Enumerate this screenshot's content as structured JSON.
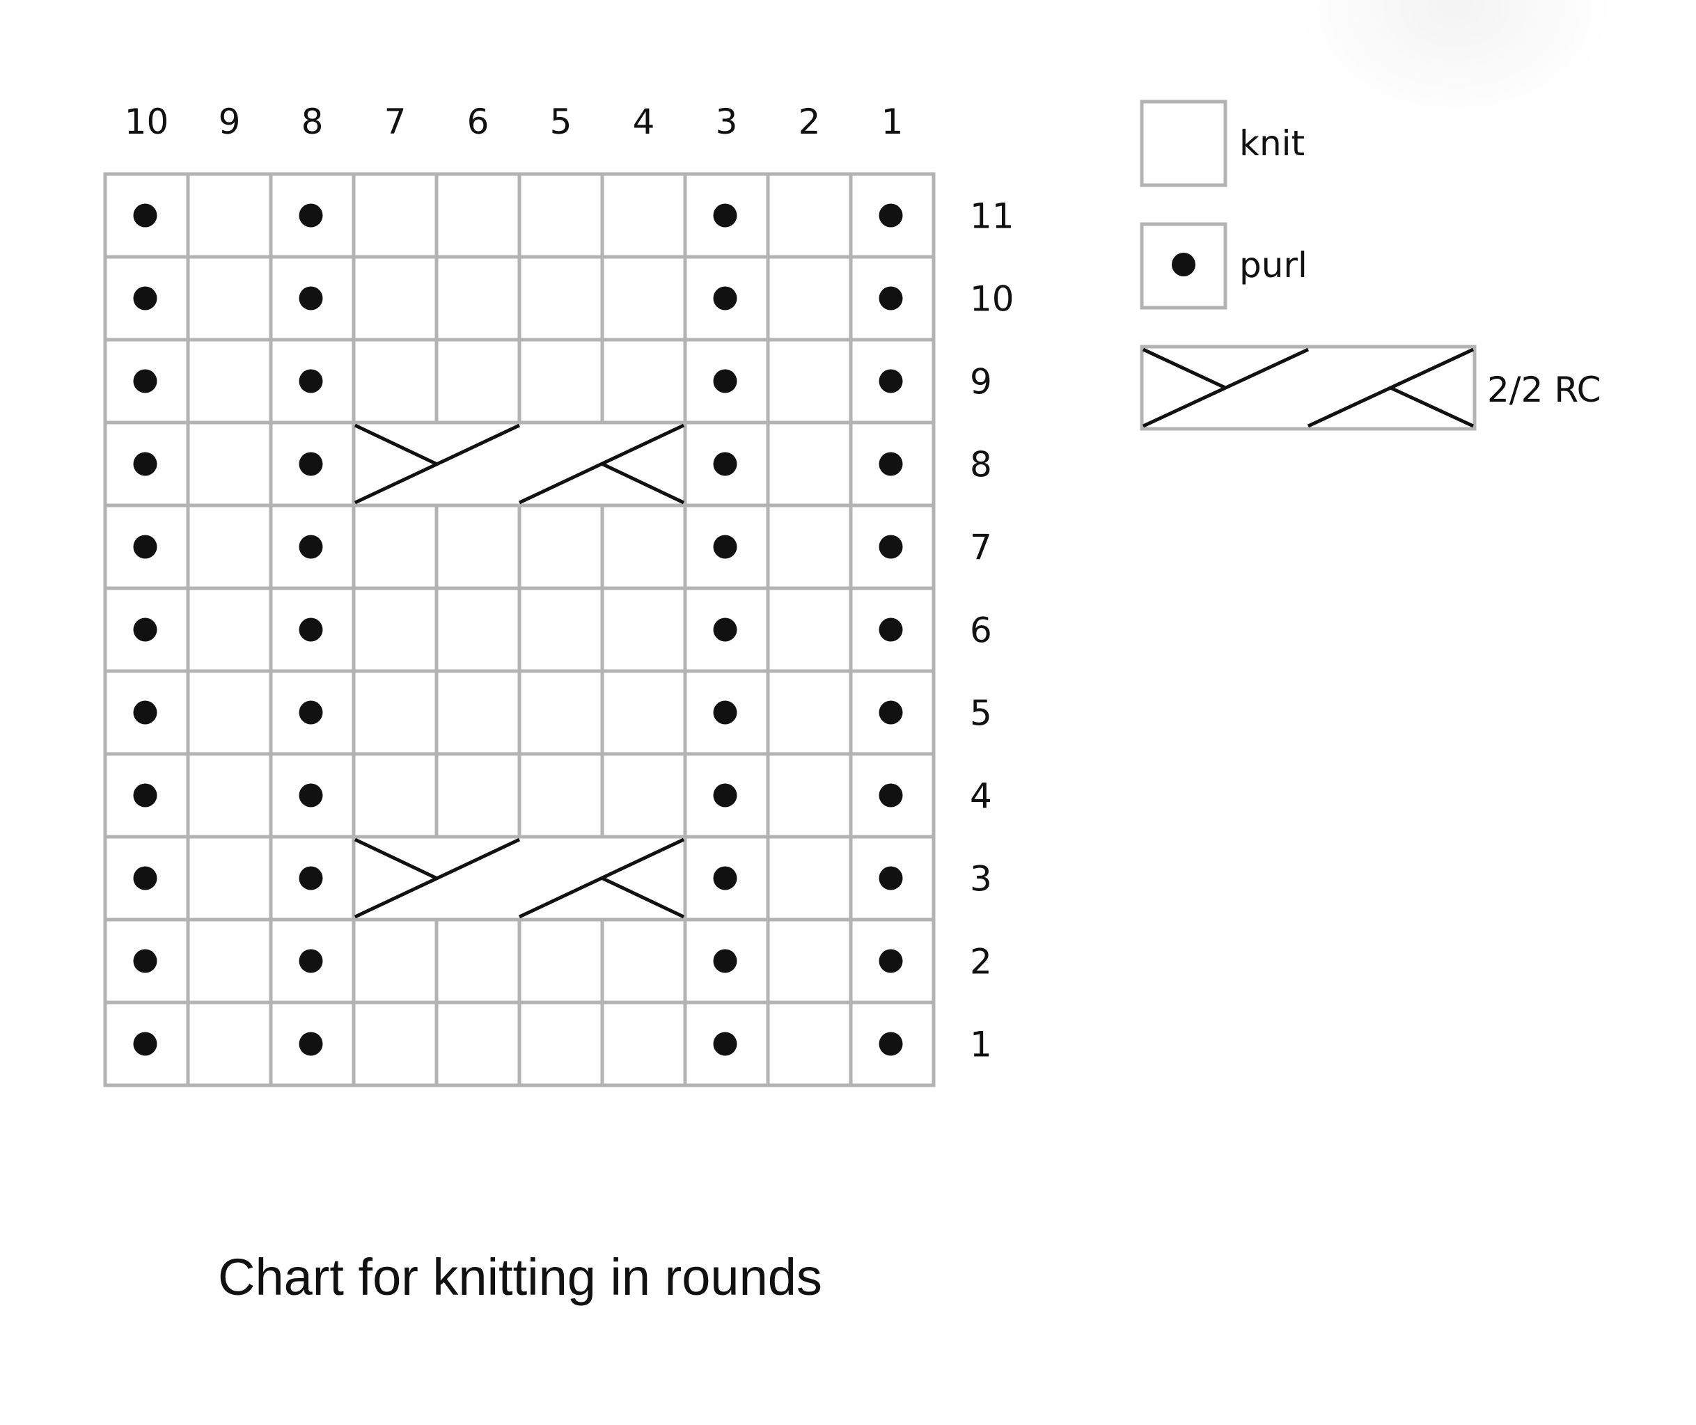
{
  "chart": {
    "column_numbers": [
      "10",
      "9",
      "8",
      "7",
      "6",
      "5",
      "4",
      "3",
      "2",
      "1"
    ],
    "row_numbers": [
      "11",
      "10",
      "9",
      "8",
      "7",
      "6",
      "5",
      "4",
      "3",
      "2",
      "1"
    ],
    "purl_columns": [
      10,
      8,
      3,
      1
    ],
    "cable_rows": [
      8,
      3
    ],
    "cable_span": {
      "from_column": 7,
      "to_column": 4
    },
    "caption": "Chart for knitting in rounds"
  },
  "legend": {
    "items": [
      {
        "symbol": "knit",
        "label": "knit"
      },
      {
        "symbol": "purl",
        "label": "purl"
      },
      {
        "symbol": "cable-2-2-rc",
        "label": "2/2 RC"
      }
    ]
  },
  "colors": {
    "grid": "#b3b3b3",
    "ink": "#111111",
    "background": "#ffffff"
  }
}
